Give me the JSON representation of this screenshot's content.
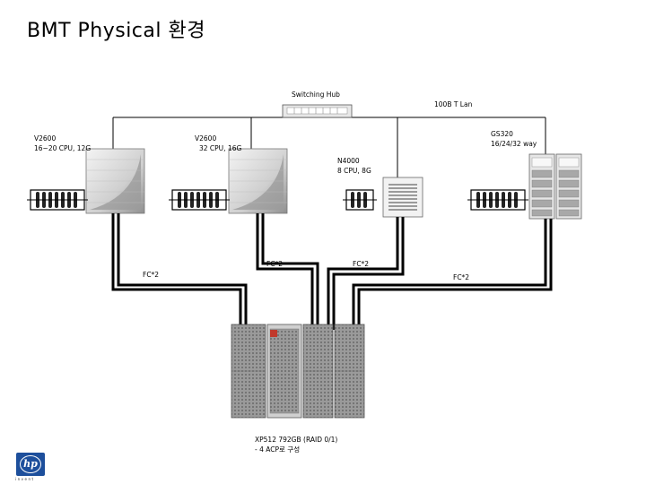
{
  "title": "BMT Physical 환경",
  "hub_label": "Switching Hub",
  "lan_label": "100B T Lan",
  "servers": {
    "v2600_left": {
      "name": "V2600",
      "spec": "16~20 CPU, 12G"
    },
    "v2600_mid": {
      "name": "V2600",
      "spec": "32 CPU, 16G"
    },
    "n4000": {
      "name": "N4000",
      "spec": "8 CPU, 8G"
    },
    "gs320": {
      "name": "GS320",
      "spec": "16/24/32 way"
    }
  },
  "links": {
    "fc_left": "FC*2",
    "fc_mid_left": "FC*2",
    "fc_mid_right": "FC*2",
    "fc_right": "FC*2"
  },
  "storage": {
    "line1": "XP512 792GB (RAID 0/1)",
    "line2": "- 4 ACP로 구성"
  },
  "logo": {
    "text": "hp",
    "subtext": "invent"
  }
}
